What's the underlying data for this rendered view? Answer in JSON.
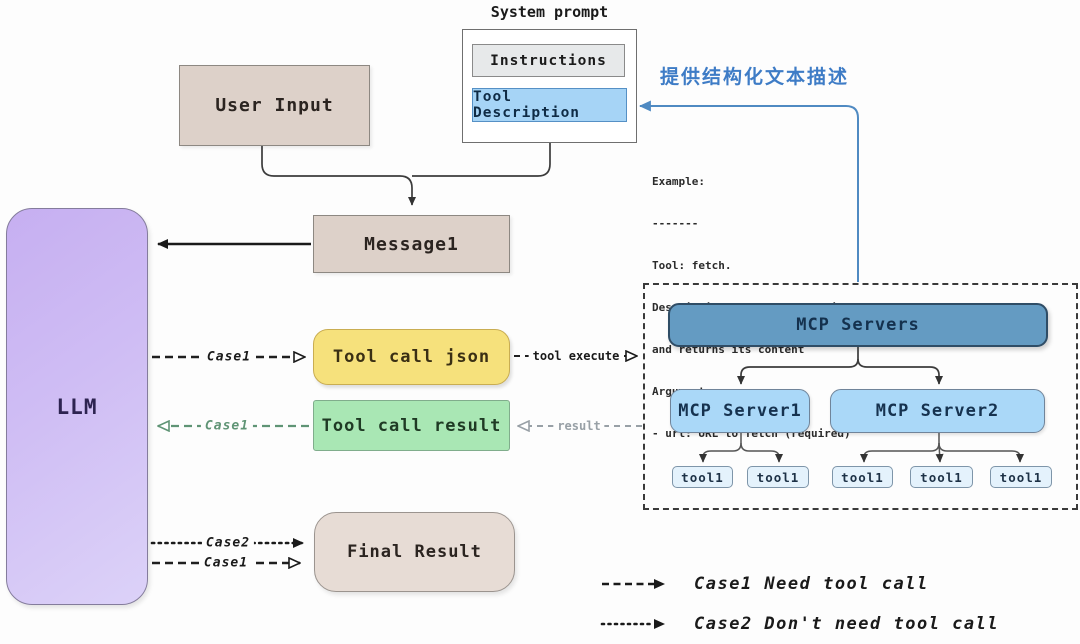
{
  "system_prompt": {
    "title": "System prompt",
    "instructions_label": "Instructions",
    "tool_description_label": "Tool Description"
  },
  "annotation": {
    "chinese_note": "提供结构化文本描述"
  },
  "example_block": {
    "lines": [
      "Example:",
      "-------",
      "Tool: fetch.",
      "Description: Fetches a website",
      "and returns its content",
      "Arguments:",
      "- url: URL to fetch (required)"
    ]
  },
  "boxes": {
    "user_input": "User Input",
    "message1": "Message1",
    "llm": "LLM",
    "tool_call_json": "Tool call json",
    "tool_call_result": "Tool call result",
    "final_result": "Final Result"
  },
  "mcp": {
    "container_title": "MCP Servers",
    "server1": "MCP Server1",
    "server2": "MCP Server2",
    "tool_label": "tool1"
  },
  "arrow_labels": {
    "case1": "Case1",
    "case2": "Case2",
    "tool_execute": "tool execute",
    "result": "result"
  },
  "legend": {
    "case1": "Case1 Need tool call",
    "case2": "Case2 Don't need tool call"
  },
  "colors": {
    "llm_purple": "#c6aff1",
    "box_beige": "#ddd1c9",
    "tool_json_yellow": "#f6e17c",
    "tool_result_green": "#a9e7b4",
    "mcp_header_blue": "#649bc2",
    "mcp_server_blue": "#aad8f8",
    "tool_box_blue": "#e4f2fc",
    "tool_description_blue": "#a6d4f6",
    "note_blue": "#3e7cc6",
    "result_arrow_gray": "#98a0a6",
    "case1_return_green": "#5f9475"
  }
}
